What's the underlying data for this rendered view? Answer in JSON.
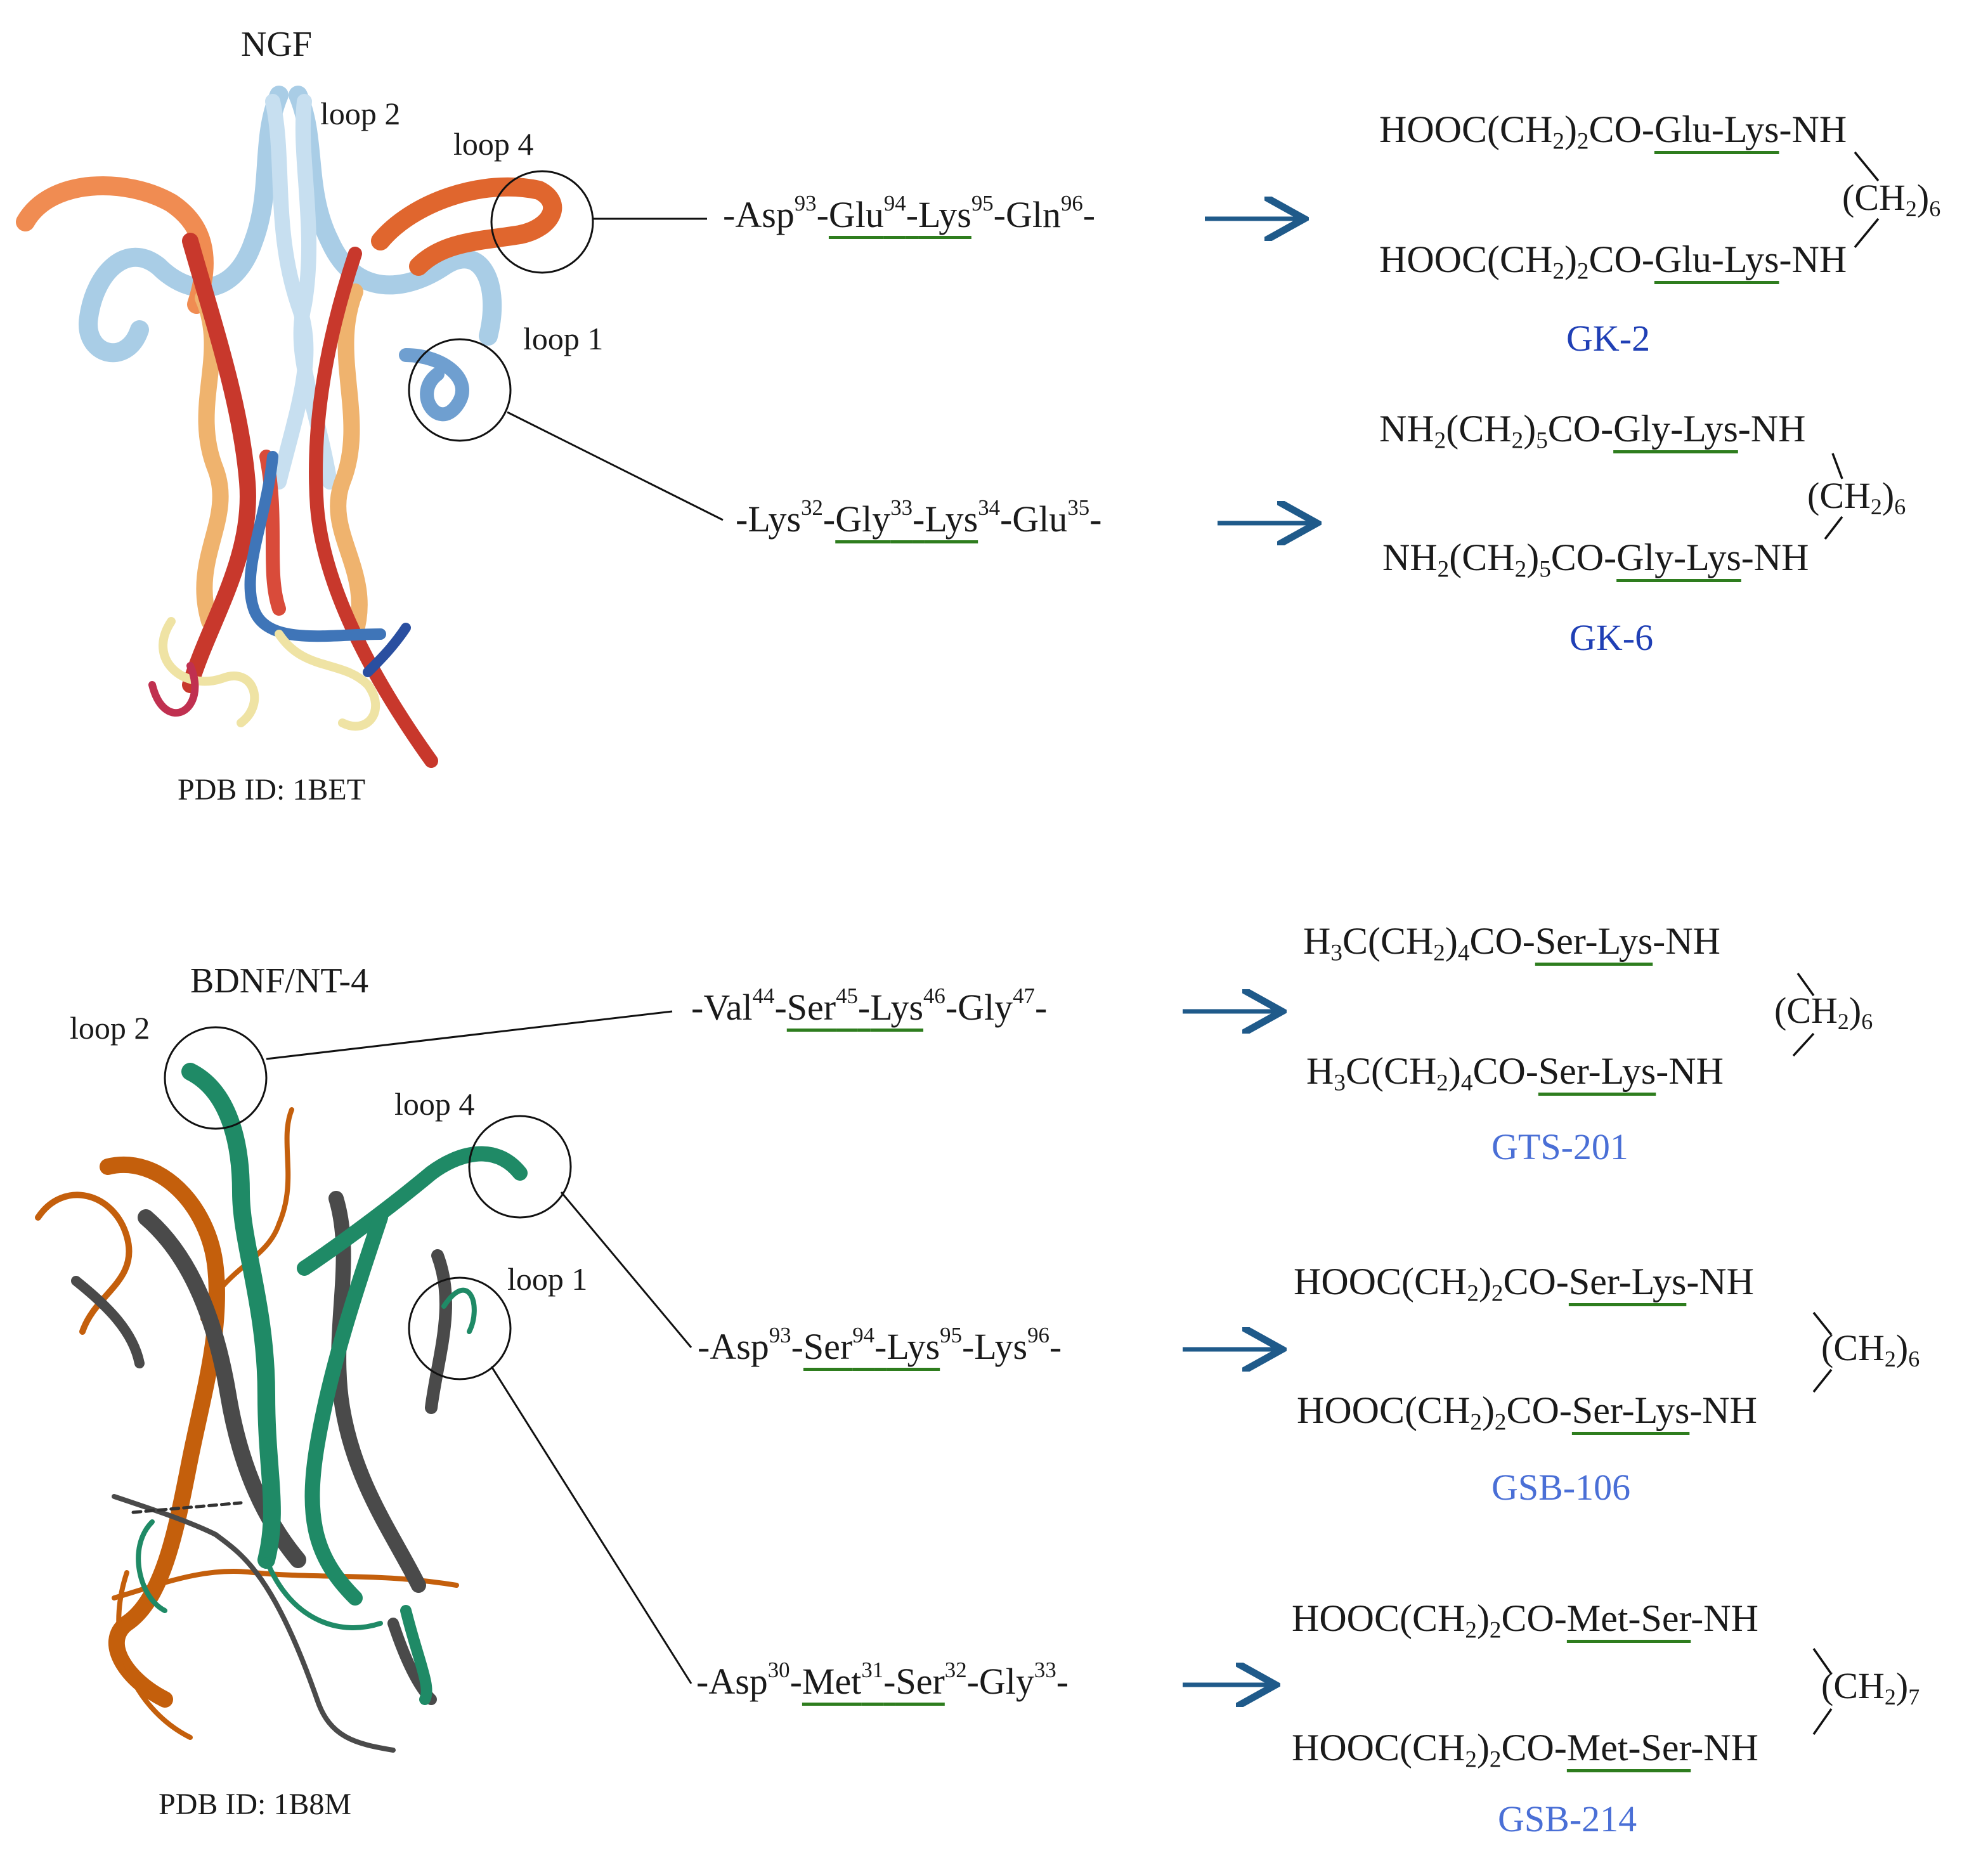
{
  "colors": {
    "underline": "#2e7d1e",
    "arrow": "#1f5a8a",
    "name_dark": "#1f3fb5",
    "name_light": "#4a6fd6",
    "ngf_light": "#a9cde6",
    "ngf_blue": "#3f75b8",
    "ngf_red": "#c8382c",
    "ngf_orange": "#f08c52",
    "ngf_tan": "#efb36e",
    "ngf_yellow": "#efe3a4",
    "bdnf_orange": "#c45f0c",
    "bdnf_green": "#1f8a66",
    "bdnf_gray": "#4a4a4a"
  },
  "top": {
    "protein": "NGF",
    "pdb": "PDB ID: 1BET",
    "loops": {
      "loop2": "loop 2",
      "loop4": "loop 4",
      "loop1": "loop 1"
    },
    "peptides": [
      {
        "seq": {
          "pre": "-Asp",
          "p1": "93",
          "d1": "-",
          "r1": "Glu",
          "p2": "94",
          "d2": "-",
          "r2": "Lys",
          "p3": "95",
          "d3": "-Gln",
          "p4": "96",
          "post": "-"
        },
        "formula": {
          "top": "HOOC(CH",
          "top_sub": "2",
          "top_mid": ")",
          "top_sub2": "2",
          "top_co": "CO-",
          "top_ul": "Glu-Lys",
          "top_end": "-NH",
          "bot": "HOOC(CH",
          "bot_sub": "2",
          "bot_mid": ")",
          "bot_sub2": "2",
          "bot_co": "CO-",
          "bot_ul": "Glu-Lys",
          "bot_end": "-NH",
          "linker": "(CH",
          "linker_sub": "2",
          "linker_close": ")",
          "linker_n": "6"
        },
        "name": "GK-2"
      },
      {
        "seq": {
          "pre": "-Lys",
          "p1": "32",
          "d1": "-",
          "r1": "Gly",
          "p2": "33",
          "d2": "-",
          "r2": "Lys",
          "p3": "34",
          "d3": "-Glu",
          "p4": "35",
          "post": "-"
        },
        "formula": {
          "top": "NH",
          "top_sub": "2",
          "top_mid": "(CH",
          "top_sub2": "2",
          "top_mid2": ")",
          "top_sub3": "5",
          "top_co": "CO-",
          "top_ul": "Gly-Lys",
          "top_end": "-NH",
          "bot": "NH",
          "bot_sub": "2",
          "bot_mid": "(CH",
          "bot_sub2": "2",
          "bot_mid2": ")",
          "bot_sub3": "5",
          "bot_co": "CO-",
          "bot_ul": "Gly-Lys",
          "bot_end": "-NH",
          "linker": "(CH",
          "linker_sub": "2",
          "linker_close": ")",
          "linker_n": "6"
        },
        "name": "GK-6"
      }
    ]
  },
  "bottom": {
    "protein": "BDNF/NT-4",
    "pdb": "PDB ID: 1B8M",
    "loops": {
      "loop2": "loop 2",
      "loop4": "loop 4",
      "loop1": "loop 1"
    },
    "peptides": [
      {
        "seq": {
          "pre": "-Val",
          "p1": "44",
          "d1": "-",
          "r1": "Ser",
          "p2": "45",
          "d2": "-",
          "r2": "Lys",
          "p3": "46",
          "d3": "-Gly",
          "p4": "47",
          "post": "-"
        },
        "formula": {
          "top": "H",
          "top_sub": "3",
          "top_mid": "C(CH",
          "top_sub2": "2",
          "top_mid2": ")",
          "top_sub3": "4",
          "top_co": "CO-",
          "top_ul": "Ser-Lys",
          "top_end": "-NH",
          "bot": "H",
          "bot_sub": "3",
          "bot_mid": "C(CH",
          "bot_sub2": "2",
          "bot_mid2": ")",
          "bot_sub3": "4",
          "bot_co": "CO-",
          "bot_ul": "Ser-Lys",
          "bot_end": "-NH",
          "linker": "(CH",
          "linker_sub": "2",
          "linker_close": ")",
          "linker_n": "6"
        },
        "name": "GTS-201"
      },
      {
        "seq": {
          "pre": "-Asp",
          "p1": "93",
          "d1": "-",
          "r1": "Ser",
          "p2": "94",
          "d2": "-",
          "r2": "Lys",
          "p3": "95",
          "d3": "-Lys",
          "p4": "96",
          "post": "-"
        },
        "formula": {
          "top": "HOOC(CH",
          "top_sub": "2",
          "top_mid": ")",
          "top_sub2": "2",
          "top_co": "CO-",
          "top_ul": "Ser-Lys",
          "top_end": "-NH",
          "bot": "HOOC(CH",
          "bot_sub": "2",
          "bot_mid": ")",
          "bot_sub2": "2",
          "bot_co": "CO-",
          "bot_ul": "Ser-Lys",
          "bot_end": "-NH",
          "linker": "(CH",
          "linker_sub": "2",
          "linker_close": ")",
          "linker_n": "6"
        },
        "name": "GSB-106"
      },
      {
        "seq": {
          "pre": "-Asp",
          "p1": "30",
          "d1": "-",
          "r1": "Met",
          "p2": "31",
          "d2": "-",
          "r2": "Ser",
          "p3": "32",
          "d3": "-Gly",
          "p4": "33",
          "post": "-"
        },
        "formula": {
          "top": "HOOC(CH",
          "top_sub": "2",
          "top_mid": ")",
          "top_sub2": "2",
          "top_co": "CO-",
          "top_ul": "Met-Ser",
          "top_end": "-NH",
          "bot": "HOOC(CH",
          "bot_sub": "2",
          "bot_mid": ")",
          "bot_sub2": "2",
          "bot_co": "CO-",
          "bot_ul": "Met-Ser",
          "bot_end": "-NH",
          "linker": "(CH",
          "linker_sub": "2",
          "linker_close": ")",
          "linker_n": "7"
        },
        "name": "GSB-214"
      }
    ]
  }
}
